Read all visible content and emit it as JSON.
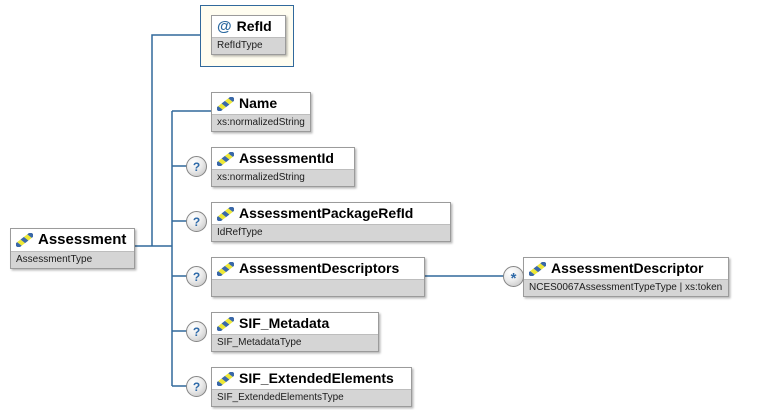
{
  "diagram": {
    "root": {
      "name": "Assessment",
      "type": "AssessmentType"
    },
    "attribute": {
      "at_symbol": "@",
      "name": "RefId",
      "type": "RefIdType"
    },
    "children": [
      {
        "name": "Name",
        "type": "xs:normalizedString",
        "optional": false
      },
      {
        "name": "AssessmentId",
        "type": "xs:normalizedString",
        "optional": true
      },
      {
        "name": "AssessmentPackageRefId",
        "type": "IdRefType",
        "optional": true
      },
      {
        "name": "AssessmentDescriptors",
        "type": "",
        "optional": true
      },
      {
        "name": "SIF_Metadata",
        "type": "SIF_MetadataType",
        "optional": true
      },
      {
        "name": "SIF_ExtendedElements",
        "type": "SIF_ExtendedElementsType",
        "optional": true
      }
    ],
    "grandchild": {
      "name": "AssessmentDescriptor",
      "type": "NCES0067AssessmentTypeType | xs:token"
    },
    "symbols": {
      "optional": "?",
      "repeat": "*"
    },
    "colors": {
      "connector": "#31699c",
      "attr_container_bg": "#fffdf0",
      "box_border": "#9b9b9b",
      "subtitle_bg": "#d5d5d5",
      "icon_blue": "#3a68a8",
      "icon_yellow": "#eee835",
      "symbol_blue": "#2f6aa8"
    }
  }
}
